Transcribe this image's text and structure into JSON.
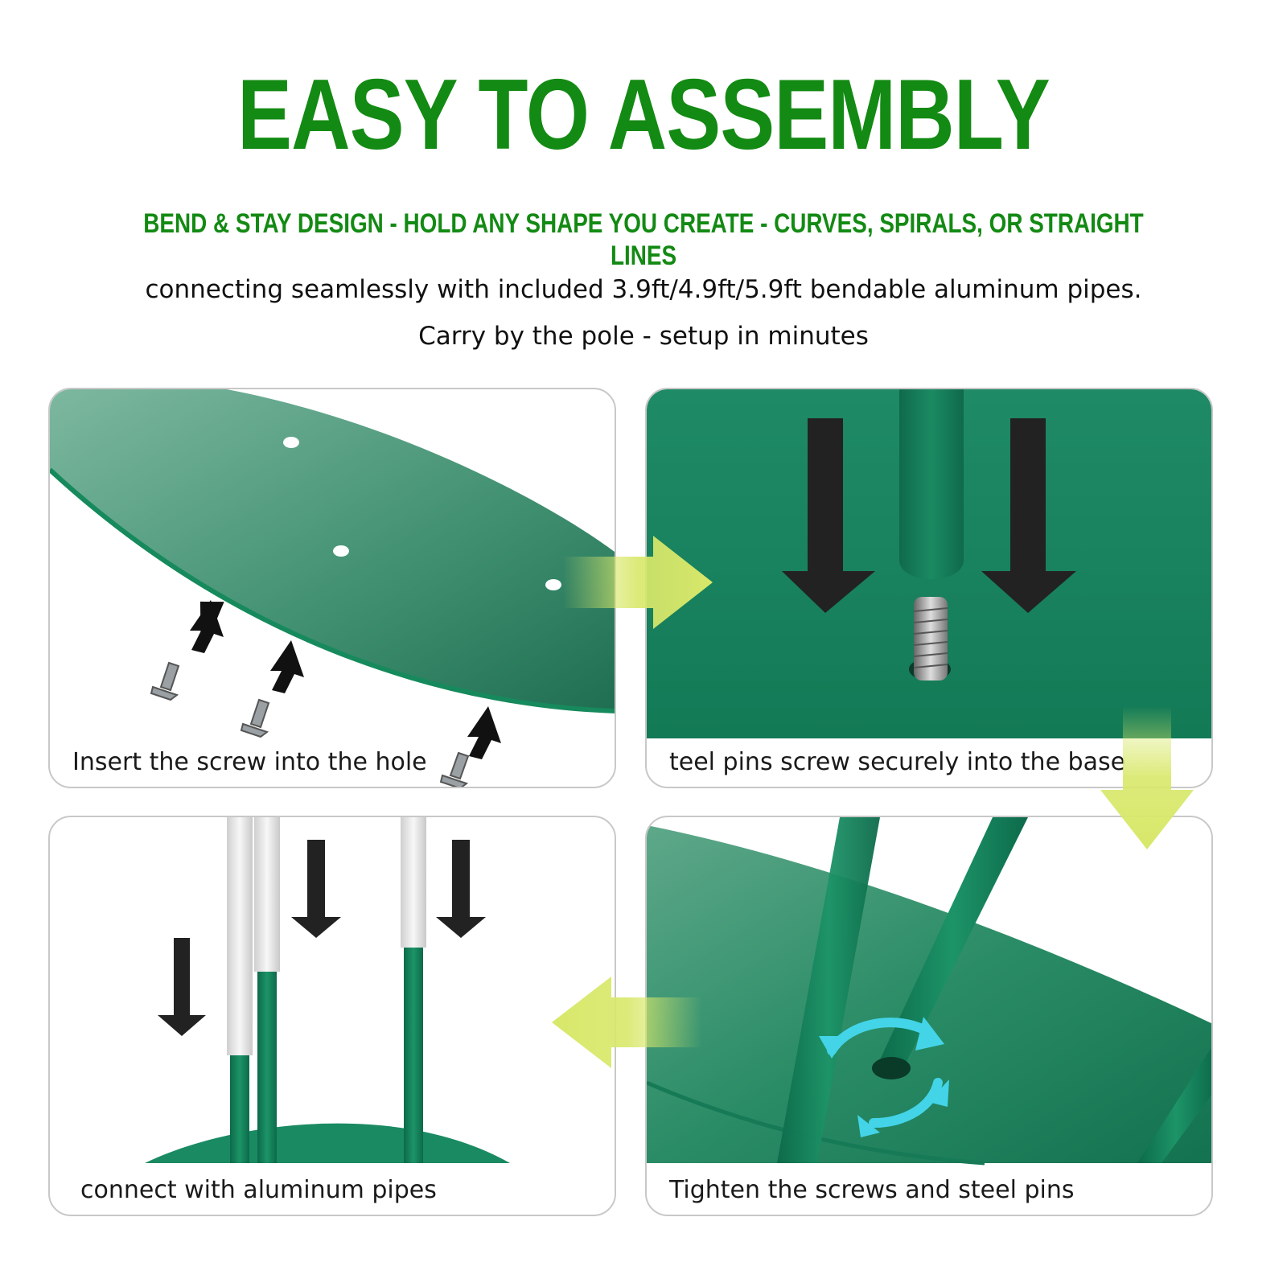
{
  "header": {
    "title": "EASY TO ASSEMBLY",
    "subtitle": "BEND & STAY DESIGN - HOLD ANY SHAPE YOU CREATE - CURVES, SPIRALS, OR STRAIGHT LINES",
    "line1": "connecting seamlessly with included 3.9ft/4.9ft/5.9ft bendable aluminum pipes.",
    "line2": "Carry by the pole - setup in minutes"
  },
  "steps": [
    {
      "caption": "Insert the screw into the hole"
    },
    {
      "caption": "teel pins screw securely into the base"
    },
    {
      "caption": "connect with aluminum pipes"
    },
    {
      "caption": "Tighten the screws and steel pins"
    }
  ],
  "colors": {
    "title_green": "#138a13",
    "base_green": "#1f8a66",
    "flow_arrow": "#d8e86a",
    "panel_border": "#c8c8c8"
  },
  "icons": [
    "screw-icon",
    "up-arrow-icon",
    "down-arrow-icon",
    "rotate-icon",
    "flow-arrow-icon"
  ]
}
